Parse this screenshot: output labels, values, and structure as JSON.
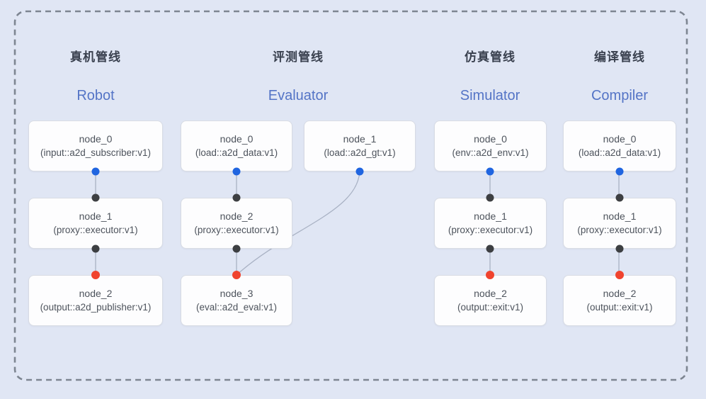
{
  "figure": {
    "type": "pipeline-diagram"
  },
  "colors": {
    "canvas_bg": "#e0e6f4",
    "dash_border": "#7d8591",
    "node_bg": "#fdfdfe",
    "node_border": "#d8dce4",
    "node_text": "#4d535c",
    "title_zh": "#3a414f",
    "title_en": "#5474c6",
    "edge": "#a9b2c4",
    "dot_blue": "#2065e0",
    "dot_dark": "#3d3f42",
    "dot_red": "#f0432e"
  },
  "pipelines": [
    {
      "id": "robot",
      "title_zh": "真机管线",
      "title_en": "Robot",
      "nodes": [
        {
          "name": "node_0",
          "type": "(input::a2d_subscriber:v1)",
          "ports": {
            "bottom": "blue"
          }
        },
        {
          "name": "node_1",
          "type": "(proxy::executor:v1)",
          "ports": {
            "top": "dark",
            "bottom": "dark"
          }
        },
        {
          "name": "node_2",
          "type": "(output::a2d_publisher:v1)",
          "ports": {
            "top": "red"
          }
        }
      ],
      "edges": [
        [
          "node_0",
          "node_1"
        ],
        [
          "node_1",
          "node_2"
        ]
      ]
    },
    {
      "id": "evaluator",
      "title_zh": "评测管线",
      "title_en": "Evaluator",
      "nodes": [
        {
          "name": "node_0",
          "type": "(load::a2d_data:v1)",
          "ports": {
            "bottom": "blue"
          }
        },
        {
          "name": "node_1",
          "type": "(load::a2d_gt:v1)",
          "ports": {
            "bottom": "blue"
          }
        },
        {
          "name": "node_2",
          "type": "(proxy::executor:v1)",
          "ports": {
            "top": "dark",
            "bottom": "dark"
          }
        },
        {
          "name": "node_3",
          "type": "(eval::a2d_eval:v1)",
          "ports": {
            "top": "red"
          }
        }
      ],
      "edges": [
        [
          "node_0",
          "node_2"
        ],
        [
          "node_2",
          "node_3"
        ],
        [
          "node_1",
          "node_3"
        ]
      ]
    },
    {
      "id": "simulator",
      "title_zh": "仿真管线",
      "title_en": "Simulator",
      "nodes": [
        {
          "name": "node_0",
          "type": "(env::a2d_env:v1)",
          "ports": {
            "bottom": "blue"
          }
        },
        {
          "name": "node_1",
          "type": "(proxy::executor:v1)",
          "ports": {
            "top": "dark",
            "bottom": "dark"
          }
        },
        {
          "name": "node_2",
          "type": "(output::exit:v1)",
          "ports": {
            "top": "red"
          }
        }
      ],
      "edges": [
        [
          "node_0",
          "node_1"
        ],
        [
          "node_1",
          "node_2"
        ]
      ]
    },
    {
      "id": "compiler",
      "title_zh": "编译管线",
      "title_en": "Compiler",
      "nodes": [
        {
          "name": "node_0",
          "type": "(load::a2d_data:v1)",
          "ports": {
            "bottom": "blue"
          }
        },
        {
          "name": "node_1",
          "type": "(proxy::executor:v1)",
          "ports": {
            "top": "dark",
            "bottom": "dark"
          }
        },
        {
          "name": "node_2",
          "type": "(output::exit:v1)",
          "ports": {
            "top": "red"
          }
        }
      ],
      "edges": [
        [
          "node_0",
          "node_1"
        ],
        [
          "node_1",
          "node_2"
        ]
      ]
    }
  ]
}
